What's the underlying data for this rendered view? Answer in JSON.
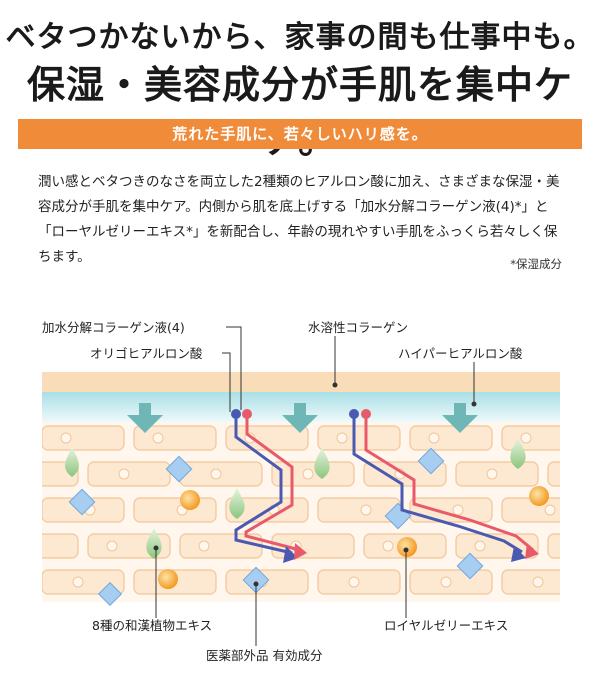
{
  "header": {
    "line1": "ベタつかないから、家事の間も仕事中も。",
    "line2": "保湿・美容成分が手肌を集中ケア。"
  },
  "banner": {
    "text": "荒れた手肌に、若々しいハリ感を。",
    "color": "#f08b3a"
  },
  "body": {
    "text": "潤い感とベタつきのなさを両立した2種類のヒアルロン酸に加え、さまざまな保湿・美容成分が手肌を集中ケア。内側から肌を底上げする「加水分解コラーゲン液(4)*」と「ローヤルゼリーエキス*」を新配合し、年齢の現れやすい手肌をふっくら若々しく保ちます。",
    "footnote": "*保湿成分"
  },
  "diagram": {
    "labels": {
      "hydrolyzed_collagen": "加水分解コラーゲン液(4)",
      "water_soluble_collagen": "水溶性コラーゲン",
      "oligo_hyaluronic": "オリゴヒアルロン酸",
      "hyper_hyaluronic": "ハイパーヒアルロン酸",
      "plant_extracts": "8種の和漢植物エキス",
      "royal_jelly": "ロイヤルゼリーエキス",
      "quasi_drug": "医薬部外品 有効成分"
    },
    "colors": {
      "top_layer": "#f9dcb8",
      "hydration_layer": "#d2eef2",
      "cell_fill": "#fde8d2",
      "cell_stroke": "#f2c596",
      "arrow_teal": "#6fb7b6",
      "line_blue": "#4a5ab0",
      "line_red": "#e85a6a",
      "drop_green": "#a9d39a",
      "diamond_blue": "#9fc4ec",
      "orange_ball": "#f5a233"
    }
  }
}
